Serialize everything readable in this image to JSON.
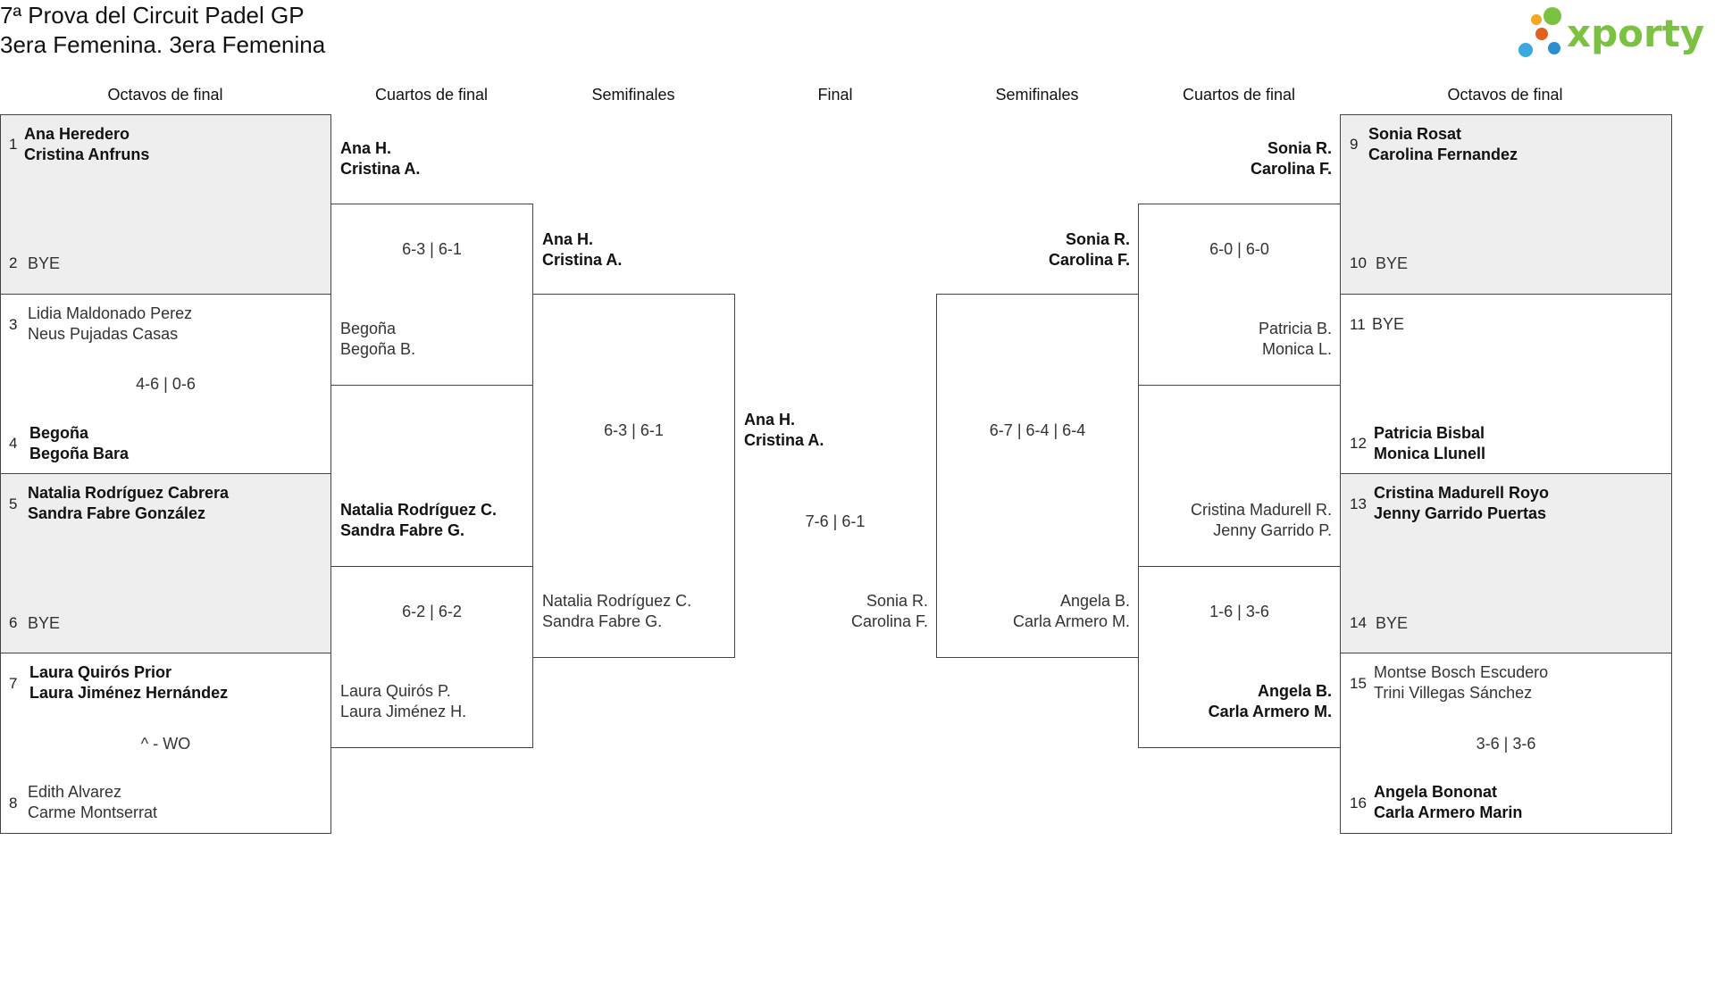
{
  "header": {
    "title_line1": "7ª Prova del Circuit Padel GP",
    "title_line2": "3era Femenina. 3era Femenina",
    "logo_text": "xporty",
    "logo_colors": [
      "#f5a623",
      "#3aa9e0",
      "#7cc242",
      "#2e8fd0",
      "#e2611d"
    ],
    "brand_green": "#7cc242"
  },
  "rounds": {
    "l16_left": "Octavos de final",
    "qf_left": "Cuartos de final",
    "sf_left": "Semifinales",
    "final": "Final",
    "sf_right": "Semifinales",
    "qf_right": "Cuartos de final",
    "l16_right": "Octavos de final"
  },
  "left_r16": [
    {
      "seed_a": "1",
      "a1": "Ana Heredero",
      "a2": "Cristina Anfruns",
      "seed_b": "2",
      "b1": "BYE",
      "b2": "",
      "score": ""
    },
    {
      "seed_a": "3",
      "a1": "Lidia Maldonado Perez",
      "a2": "Neus Pujadas Casas",
      "seed_b": "4",
      "b1": "Begoña",
      "b2": "Begoña Bara",
      "score": "4-6 | 0-6"
    },
    {
      "seed_a": "5",
      "a1": "Natalia Rodríguez Cabrera",
      "a2": "Sandra Fabre González",
      "seed_b": "6",
      "b1": "BYE",
      "b2": "",
      "score": ""
    },
    {
      "seed_a": "7",
      "a1": "Laura Quirós Prior",
      "a2": "Laura Jiménez Hernández",
      "seed_b": "8",
      "b1": "Edith Alvarez",
      "b2": "Carme Montserrat",
      "score": "^ - WO"
    }
  ],
  "left_qf": [
    {
      "a1": "Ana H.",
      "a2": "Cristina A.",
      "b1": "Begoña",
      "b2": "Begoña B.",
      "score": "6-3 | 6-1"
    },
    {
      "a1": "Natalia Rodríguez C.",
      "a2": "Sandra Fabre G.",
      "b1": "Laura Quirós P.",
      "b2": "Laura Jiménez H.",
      "score": "6-2 | 6-2"
    }
  ],
  "left_sf": {
    "a1": "Ana H.",
    "a2": "Cristina A.",
    "b1": "Natalia Rodríguez C.",
    "b2": "Sandra Fabre G.",
    "score": "6-3 | 6-1"
  },
  "final": {
    "a1": "Ana H.",
    "a2": "Cristina A.",
    "b1": "Sonia R.",
    "b2": "Carolina F.",
    "score": "7-6 | 6-1"
  },
  "right_sf": {
    "a1": "Sonia R.",
    "a2": "Carolina F.",
    "b1": "Angela B.",
    "b2": "Carla Armero M.",
    "score": "6-7 | 6-4 | 6-4"
  },
  "right_qf": [
    {
      "a1": "Sonia R.",
      "a2": "Carolina F.",
      "b1": "Patricia B.",
      "b2": "Monica L.",
      "score": "6-0 | 6-0"
    },
    {
      "a1": "Cristina Madurell R.",
      "a2": "Jenny Garrido P.",
      "b1": "Angela B.",
      "b2": "Carla Armero M.",
      "score": "1-6 | 3-6"
    }
  ],
  "right_r16": [
    {
      "seed_a": "9",
      "a1": "Sonia Rosat",
      "a2": "Carolina Fernandez",
      "seed_b": "10",
      "b1": "BYE",
      "b2": "",
      "score": ""
    },
    {
      "seed_a": "11",
      "a1": "BYE",
      "a2": "",
      "seed_b": "12",
      "b1": "Patricia Bisbal",
      "b2": "Monica Llunell",
      "score": ""
    },
    {
      "seed_a": "13",
      "a1": "Cristina Madurell Royo",
      "a2": "Jenny Garrido Puertas",
      "seed_b": "14",
      "b1": "BYE",
      "b2": "",
      "score": ""
    },
    {
      "seed_a": "15",
      "a1": "Montse Bosch Escudero",
      "a2": "Trini Villegas Sánchez",
      "seed_b": "16",
      "b1": "Angela Bononat",
      "b2": "Carla Armero Marin",
      "score": "3-6 | 3-6"
    }
  ]
}
